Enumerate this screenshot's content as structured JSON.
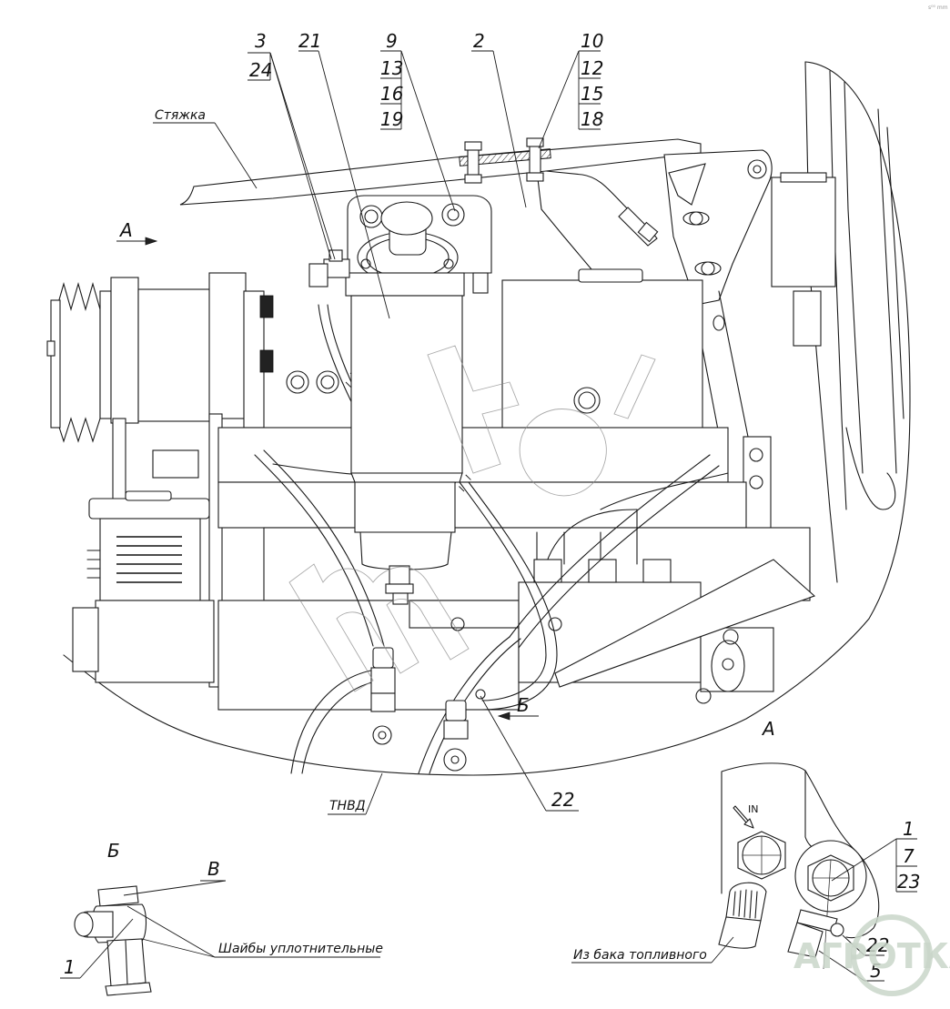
{
  "diagram": {
    "title": "Fuel filter assembly on engine",
    "corner_mark": "s⁰⁰ mm",
    "main_view": {
      "callouts": [
        {
          "id": "callout-3-24",
          "labels": [
            "3",
            "24"
          ]
        },
        {
          "id": "callout-21",
          "labels": [
            "21"
          ]
        },
        {
          "id": "callout-9-13-16-19",
          "labels": [
            "9",
            "13",
            "16",
            "19"
          ]
        },
        {
          "id": "callout-2",
          "labels": [
            "2"
          ]
        },
        {
          "id": "callout-10-12-15-18",
          "labels": [
            "10",
            "12",
            "15",
            "18"
          ]
        },
        {
          "id": "callout-22",
          "labels": [
            "22"
          ]
        }
      ],
      "text_labels": {
        "tie_rod": "Стяжка",
        "injection_pump": "ТНВД"
      },
      "view_arrows": {
        "view_a": "А",
        "view_b": "Б"
      }
    },
    "detail_b": {
      "title": "Б",
      "callouts": {
        "v": "В",
        "part_1": "1"
      },
      "sealing_washers": "Шайбы уплотнительные"
    },
    "detail_a": {
      "title": "А",
      "inlet_mark": "IN",
      "from_tank": "Из бака топливного",
      "callout_stack": [
        "1",
        "7",
        "23"
      ],
      "callout_22_5": [
        "22",
        "5"
      ]
    },
    "watermarks": {
      "center_text": "mtz",
      "logo_text": "АГРОТКА"
    }
  }
}
